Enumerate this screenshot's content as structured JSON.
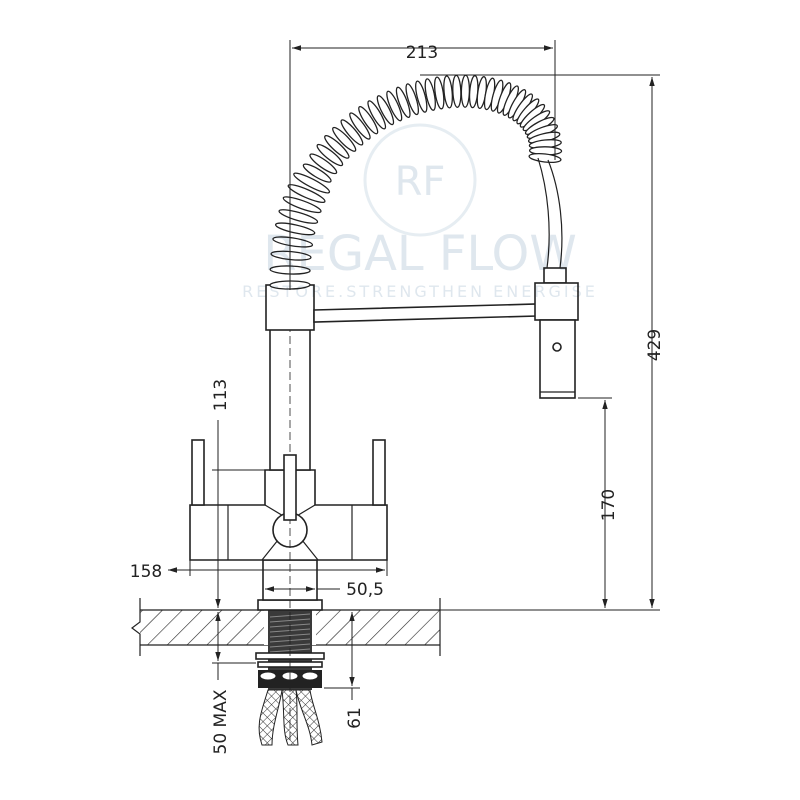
{
  "watermark": {
    "brand": "REGAL FLOW",
    "tagline": "RESTORE.STRENGTHEN ENERGISE",
    "monogram": "RF"
  },
  "dimensions": {
    "spout_reach": "213",
    "total_height": "429",
    "spray_height": "170",
    "handle_height": "113",
    "body_width": "158",
    "base_diameter": "50,5",
    "counter_thickness": "50 MAX",
    "shank_length": "61"
  },
  "colors": {
    "line": "#222222",
    "watermark": "#dfe7ee"
  }
}
